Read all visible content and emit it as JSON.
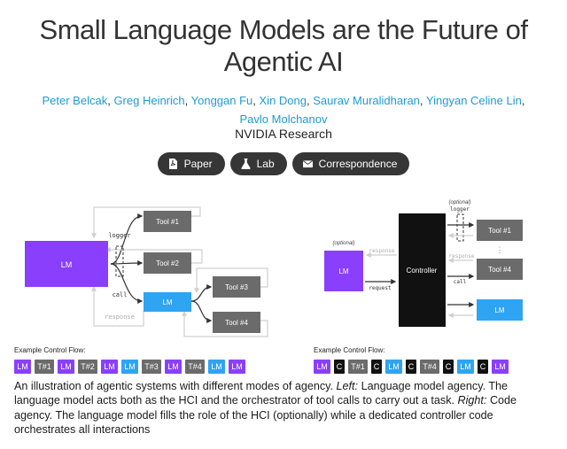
{
  "title_line1": "Small Language Models are the Future of",
  "title_line2": "Agentic AI",
  "authors": [
    "Peter Belcak",
    "Greg Heinrich",
    "Yonggan Fu",
    "Xin Dong",
    "Saurav Muralidharan",
    "Yingyan Celine Lin",
    "Pavlo Molchanov"
  ],
  "affiliation": "NVIDIA Research",
  "buttons": [
    {
      "label": "Paper",
      "icon": "pdf-file-icon"
    },
    {
      "label": "Lab",
      "icon": "flask-icon"
    },
    {
      "label": "Correspondence",
      "icon": "envelope-icon"
    }
  ],
  "left_diagram": {
    "lm": "LM",
    "lm2": "LM",
    "tools": [
      "Tool #1",
      "Tool #2",
      "Tool #3",
      "Tool #4"
    ],
    "logger": "logger",
    "call": "call",
    "response": "response"
  },
  "right_diagram": {
    "lm": "LM",
    "lm2": "LM",
    "controller": "Controller",
    "tools": [
      "Tool #1",
      "Tool #4"
    ],
    "dots": "⋮",
    "optional1": "(optional)",
    "optional2": "(optional)",
    "logger": "logger",
    "call": "call",
    "request": "request",
    "response1": "response",
    "response2": "response"
  },
  "flow_label": "Example Control Flow:",
  "flow_left": [
    {
      "text": "LM",
      "kind": "lm"
    },
    {
      "text": "T#1",
      "kind": "t"
    },
    {
      "text": "LM",
      "kind": "lm"
    },
    {
      "text": "T#2",
      "kind": "t"
    },
    {
      "text": "LM",
      "kind": "lm"
    },
    {
      "text": "LM",
      "kind": "lmb"
    },
    {
      "text": "T#3",
      "kind": "t"
    },
    {
      "text": "LM",
      "kind": "lm"
    },
    {
      "text": "T#4",
      "kind": "t"
    },
    {
      "text": "LM",
      "kind": "lmb"
    },
    {
      "text": "LM",
      "kind": "lm"
    }
  ],
  "flow_right": [
    {
      "text": "LM",
      "kind": "lm"
    },
    {
      "text": "C",
      "kind": "c"
    },
    {
      "text": "T#1",
      "kind": "t"
    },
    {
      "text": "C",
      "kind": "c"
    },
    {
      "text": "LM",
      "kind": "lmb"
    },
    {
      "text": "C",
      "kind": "c"
    },
    {
      "text": "T#4",
      "kind": "t"
    },
    {
      "text": "C",
      "kind": "c"
    },
    {
      "text": "LM",
      "kind": "lmb"
    },
    {
      "text": "C",
      "kind": "c"
    },
    {
      "text": "LM",
      "kind": "lm"
    }
  ],
  "caption": {
    "intro": "An illustration of agentic systems with different modes of agency.",
    "left_label": "Left:",
    "left_text": "Language model agency. The language model acts both as the HCI and the orchestrator of tool calls to carry out a task.",
    "right_label": "Right:",
    "right_text": "Code agency. The language model fills the role of the HCI (optionally) while a dedicated controller code orchestrates all interactions"
  },
  "colors": {
    "purple": "#8a3ffc",
    "blue": "#2fa4f2",
    "gray": "#6b6b6b",
    "dark": "#111111",
    "link": "#1d9bd6"
  }
}
